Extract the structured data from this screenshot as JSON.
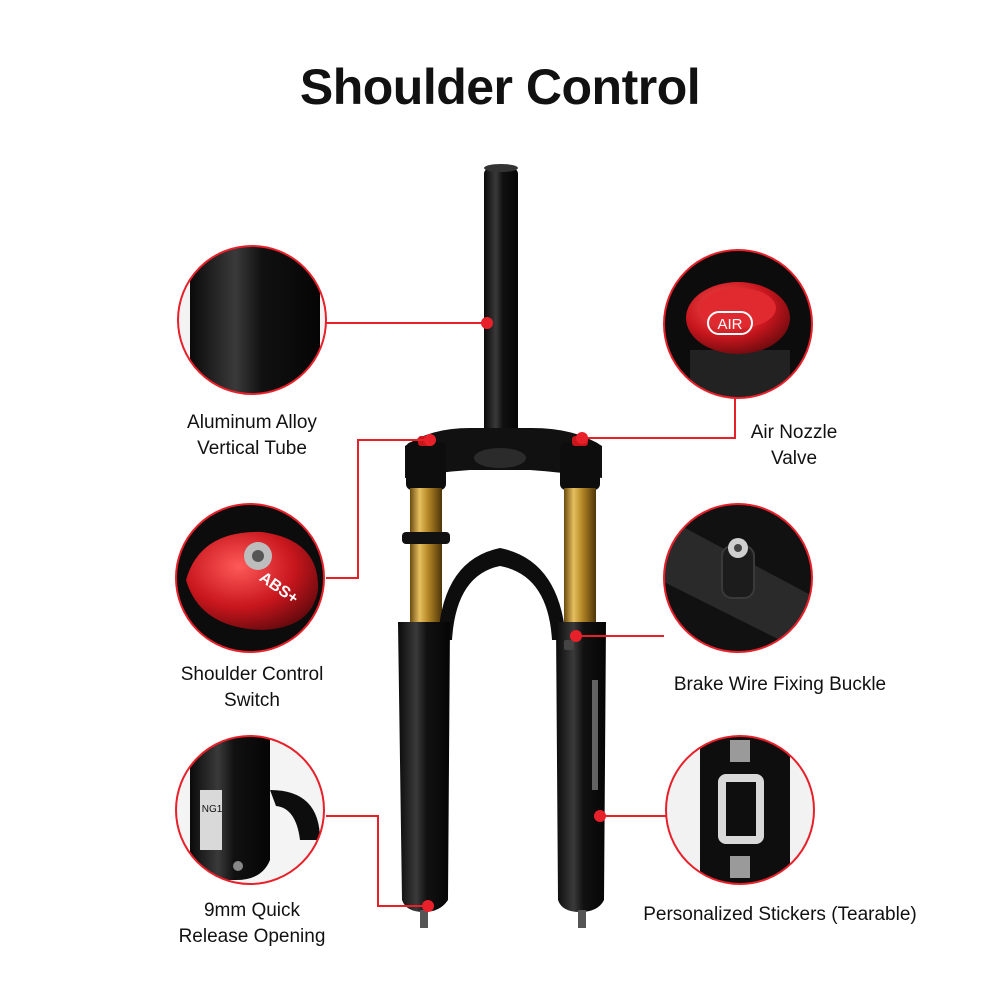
{
  "title": "Shoulder Control",
  "colors": {
    "accent": "#e8202a",
    "tube": "#1a1a1a",
    "gold": "#c99a2e",
    "red_part": "#c8161d"
  },
  "callouts": {
    "tube": {
      "line1": "Aluminum Alloy",
      "line2": "Vertical Tube"
    },
    "air": {
      "line1": "Air Nozzle",
      "line2": "Valve",
      "badge": "AIR"
    },
    "switch": {
      "line1": "Shoulder Control",
      "line2": "Switch",
      "dial_text": "ABS+"
    },
    "brake": {
      "line1": "Brake Wire Fixing Buckle"
    },
    "quick": {
      "line1": "9mm Quick",
      "line2": "Release Opening",
      "sticker": "NG1"
    },
    "stickers": {
      "line1": "Personalized Stickers (Tearable)"
    }
  }
}
